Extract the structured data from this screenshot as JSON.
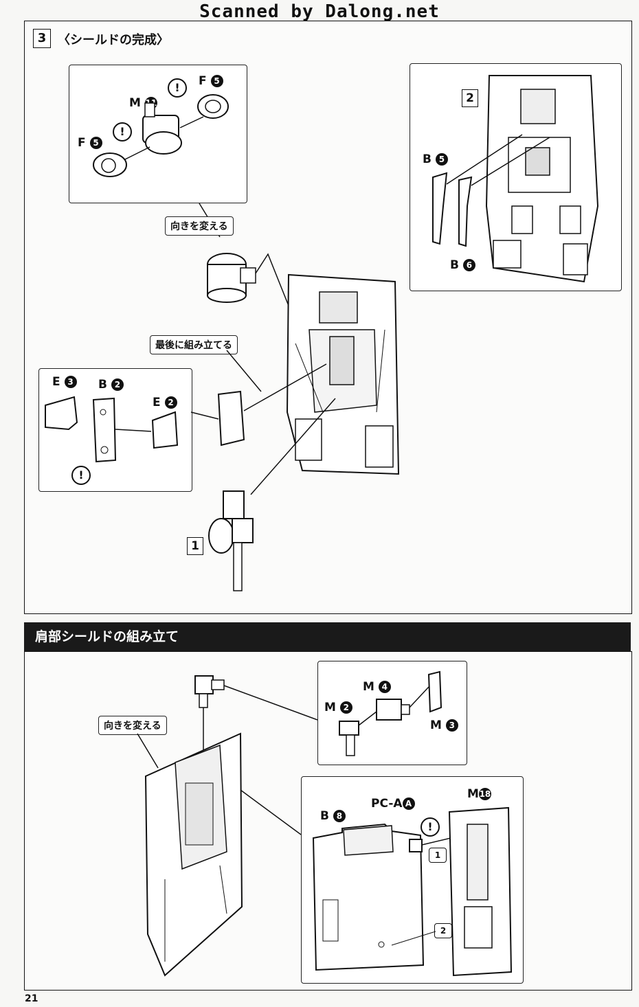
{
  "watermark": "Scanned by Dalong.net",
  "step3": {
    "number": "3",
    "title": "〈シールドの完成〉",
    "callout_turn": "向きを変える",
    "callout_last": "最後に組み立てる",
    "ref_1": "1",
    "ref_2": "2",
    "parts": {
      "m": "M",
      "m_num": "11",
      "f_top": "F",
      "f_top_num": "5",
      "f_left": "F",
      "f_left_num": "5",
      "b5": "B",
      "b5_num": "5",
      "b6": "B",
      "b6_num": "6",
      "e3": "E",
      "e3_num": "3",
      "b2": "B",
      "b2_num": "2",
      "e2": "E",
      "e2_num": "2"
    },
    "warn": "!"
  },
  "shoulder": {
    "banner": "肩部シールドの組み立て",
    "callout_turn": "向きを変える",
    "parts": {
      "m4": "M",
      "m4_num": "4",
      "m2": "M",
      "m2_num": "2",
      "m3": "M",
      "m3_num": "3",
      "b8": "B",
      "b8_num": "8",
      "pca": "PC-A",
      "pca_num": "A",
      "m18": "M",
      "m18_num": "18"
    },
    "step_1": "1",
    "step_2": "2",
    "warn": "!"
  },
  "page_number": "21"
}
